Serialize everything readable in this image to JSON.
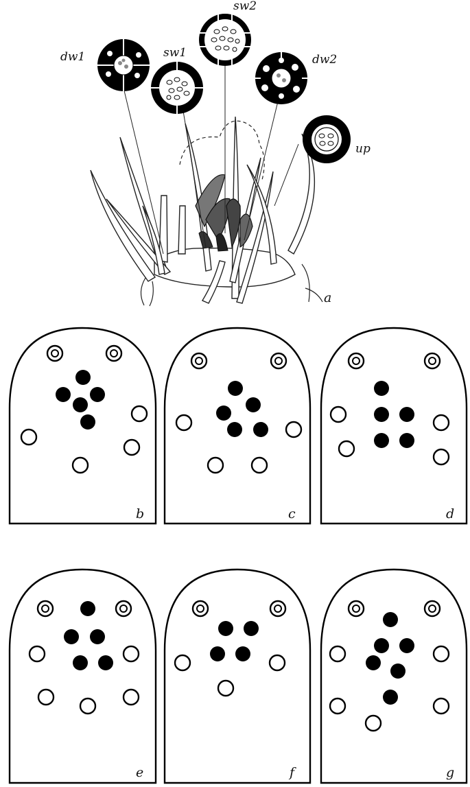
{
  "figure": {
    "illustration": {
      "panel_label": "a",
      "callouts": [
        "dw1",
        "sw1",
        "sw2",
        "dw2",
        "up"
      ]
    },
    "panels": [
      "b",
      "c",
      "d",
      "e",
      "f",
      "g"
    ],
    "symbols": {
      "filled_circle": "black dot",
      "open_circle": "white dot",
      "double_circle": "concentric ring"
    },
    "colors": {
      "ink": "#000000",
      "paper": "#ffffff"
    }
  }
}
